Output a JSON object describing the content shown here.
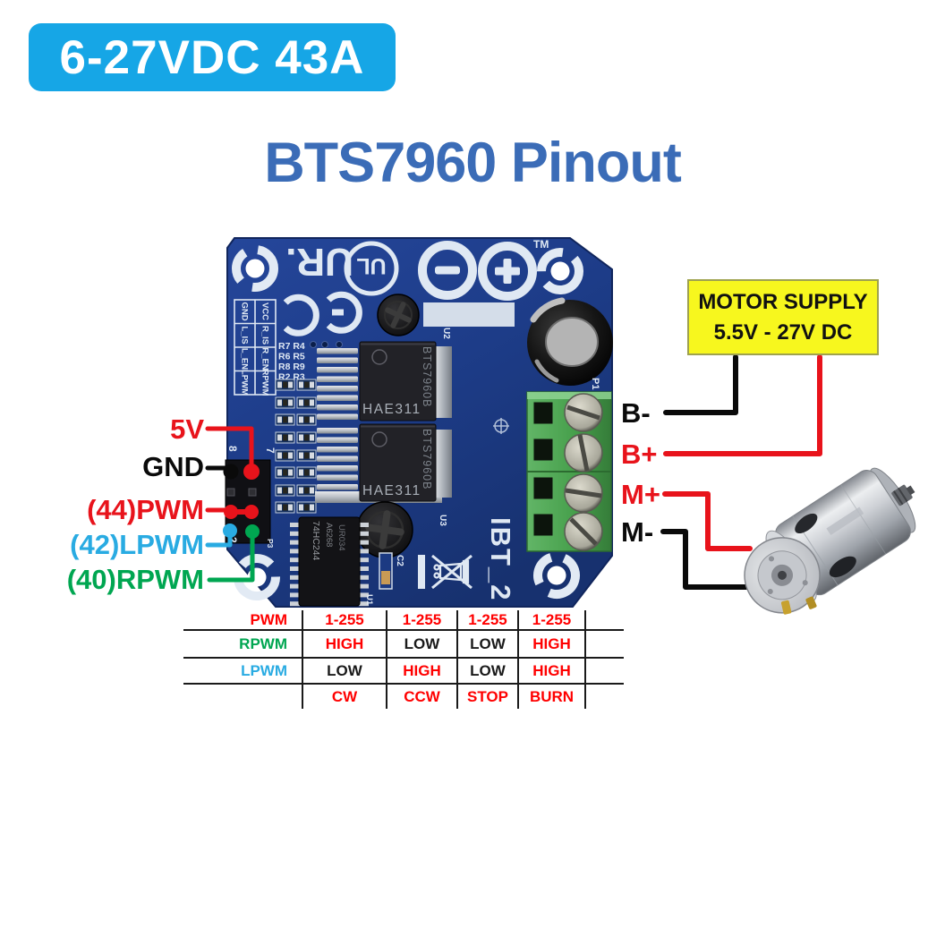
{
  "badge": {
    "label": "6-27VDC 43A",
    "bg": "#16a6e6"
  },
  "title": {
    "text": "BTS7960 Pinout",
    "color": "#3b6cb7"
  },
  "supply_box": {
    "line1": "MOTOR SUPPLY",
    "line2": "5.5V - 27V DC",
    "bg": "#f7f71e"
  },
  "left_pins": [
    {
      "label": "5V",
      "color": "#e8131b"
    },
    {
      "label": "GND",
      "color": "#0a0a0a"
    },
    {
      "label": "(44)PWM",
      "color": "#e8131b"
    },
    {
      "label": "(42)LPWM",
      "color": "#29abe2"
    },
    {
      "label": "(40)RPWM",
      "color": "#00a651"
    }
  ],
  "right_pins": [
    {
      "label": "B-",
      "color": "#0a0a0a"
    },
    {
      "label": "B+",
      "color": "#e8131b"
    },
    {
      "label": "M+",
      "color": "#e8131b"
    },
    {
      "label": "M-",
      "color": "#0a0a0a"
    }
  ],
  "board": {
    "silkscreen": {
      "ul_recognized": "UR.",
      "ul": "UL",
      "tm": "TM",
      "p1": "P1",
      "p3": "P3",
      "u1": "U1",
      "u2": "U2",
      "u3": "U3",
      "c2": "C2",
      "pin8": "8",
      "pin7": "7",
      "pin2": "2",
      "board_name": "IBT_2",
      "pin_table_left": [
        "GND",
        "L_IS",
        "L_EN",
        "LPWM"
      ],
      "pin_table_right": [
        "VCC",
        "R_IS",
        "R_EN",
        "RPWM"
      ],
      "resistor_rows": [
        "R7 R4",
        "R6 R5",
        "R8 R9",
        "R2 R3"
      ]
    },
    "chips": {
      "mosfet_part": "BTS7960B",
      "mosfet_code": "HAE311",
      "logic_ic_line1": "74HC244",
      "logic_ic_line2": "A6268",
      "logic_ic_line3": "UR034"
    }
  },
  "truth_table": {
    "rows": [
      {
        "label": "PWM",
        "label_color": "#ff0000",
        "cells": [
          {
            "text": "1-255",
            "color": "#ff0000"
          },
          {
            "text": "1-255",
            "color": "#ff0000"
          },
          {
            "text": "1-255",
            "color": "#ff0000"
          },
          {
            "text": "1-255",
            "color": "#ff0000"
          }
        ]
      },
      {
        "label": "RPWM",
        "label_color": "#00a651",
        "cells": [
          {
            "text": "HIGH",
            "color": "#ff0000"
          },
          {
            "text": "LOW",
            "color": "#1a1a1a"
          },
          {
            "text": "LOW",
            "color": "#1a1a1a"
          },
          {
            "text": "HIGH",
            "color": "#ff0000"
          }
        ]
      },
      {
        "label": "LPWM",
        "label_color": "#29abe2",
        "cells": [
          {
            "text": "LOW",
            "color": "#1a1a1a"
          },
          {
            "text": "HIGH",
            "color": "#ff0000"
          },
          {
            "text": "LOW",
            "color": "#1a1a1a"
          },
          {
            "text": "HIGH",
            "color": "#ff0000"
          }
        ]
      },
      {
        "label": "",
        "label_color": "#1a1a1a",
        "cells": [
          {
            "text": "CW",
            "color": "#ff0000"
          },
          {
            "text": "CCW",
            "color": "#ff0000"
          },
          {
            "text": "STOP",
            "color": "#ff0000"
          },
          {
            "text": "BURN",
            "color": "#ff0000"
          }
        ]
      }
    ]
  }
}
